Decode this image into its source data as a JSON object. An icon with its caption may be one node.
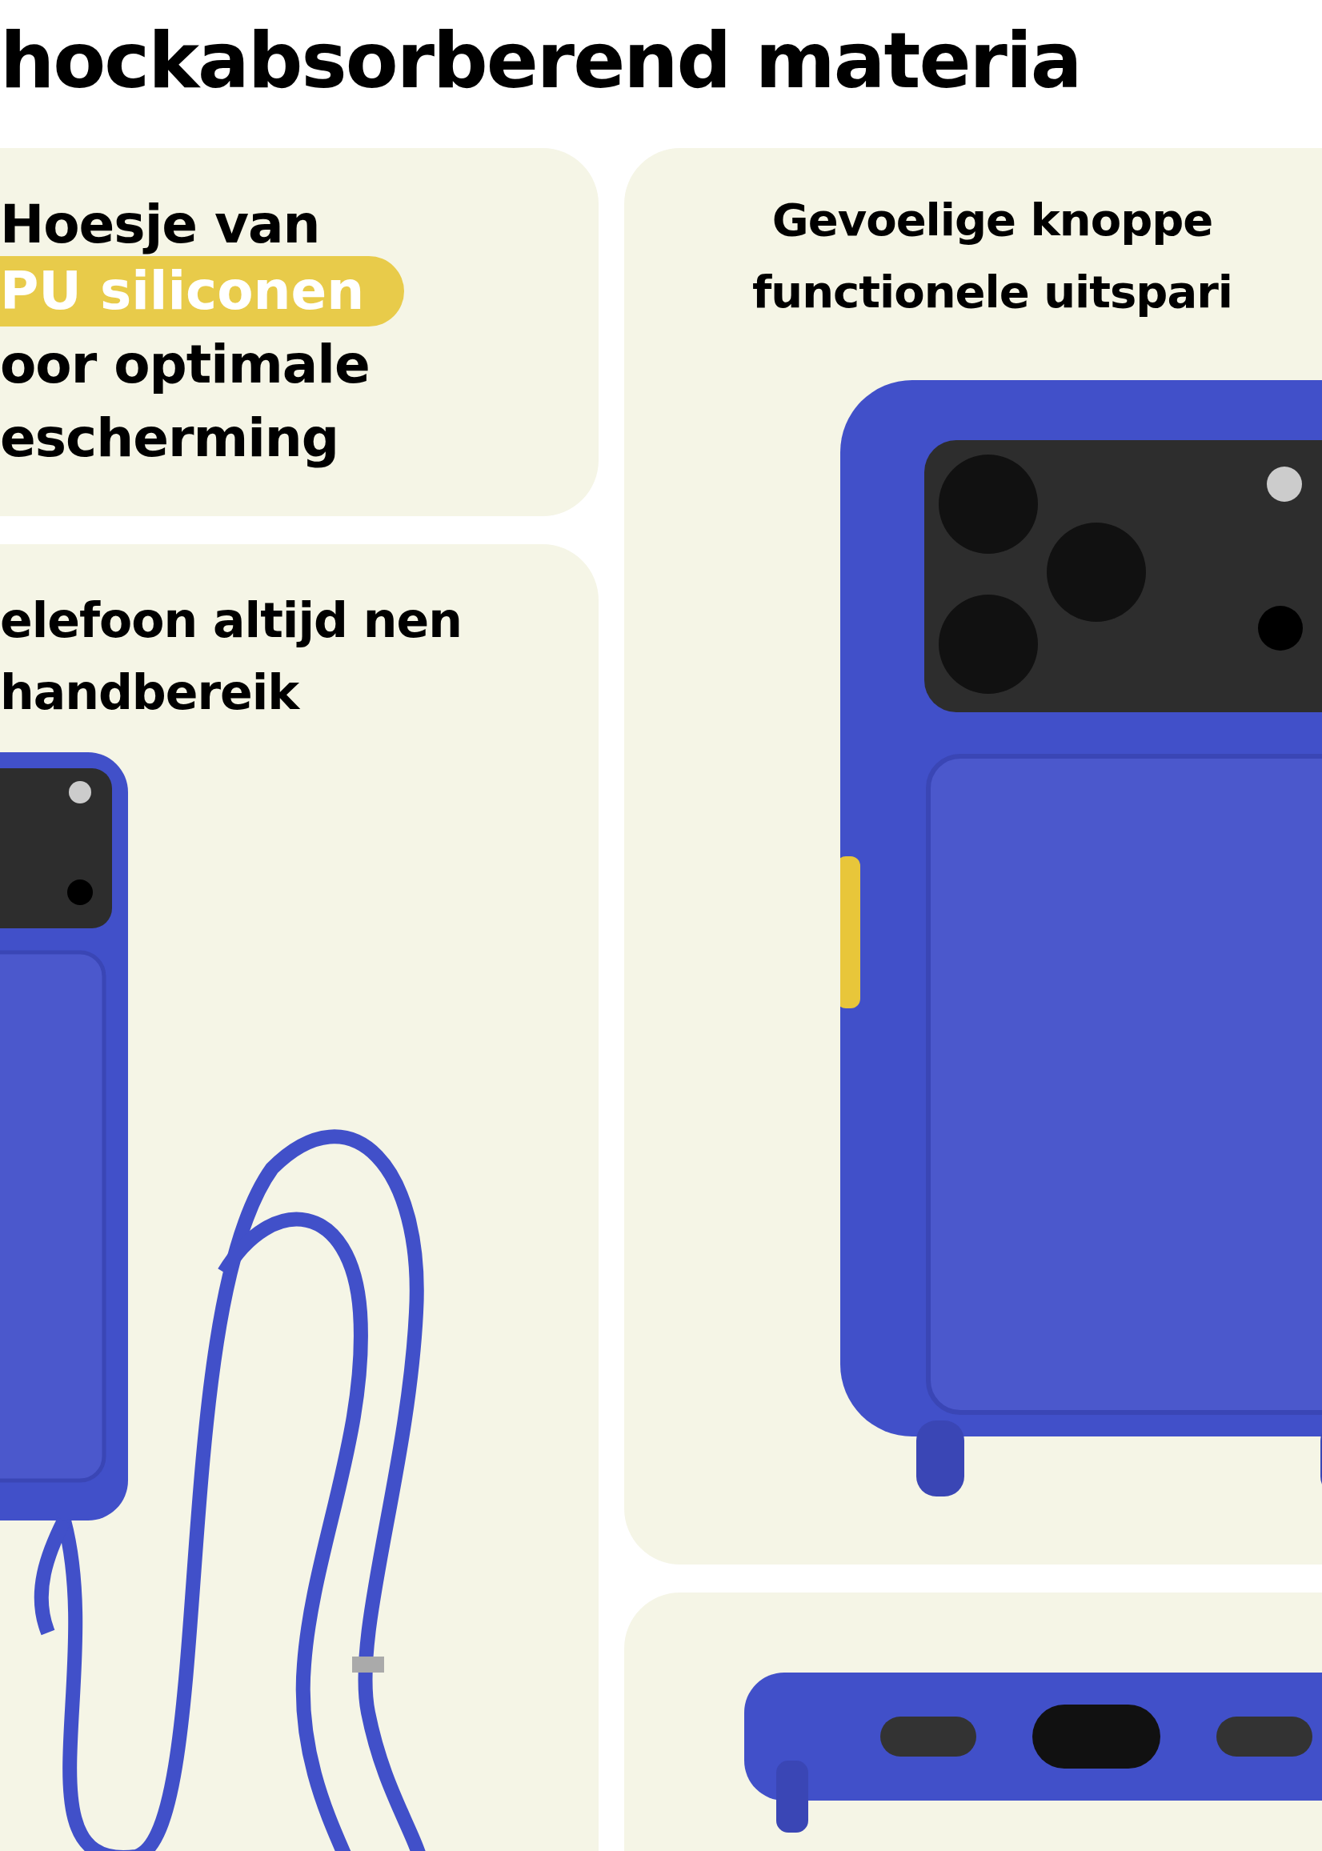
{
  "diagram": {
    "title": "hockabsorberend materia",
    "nodes": [
      {
        "text": [
          "Hoesje van",
          "PU siliconen",
          "oor optimale escherming"
        ]
      },
      {
        "text": [
          "Gevoelige knoppe functionele uitspari"
        ]
      },
      {
        "text": [
          "elefoon altijd nen handbereik"
        ]
      },
      {
        "text": [],
        "shape": "box"
      }
    ],
    "edges": []
  }
}
